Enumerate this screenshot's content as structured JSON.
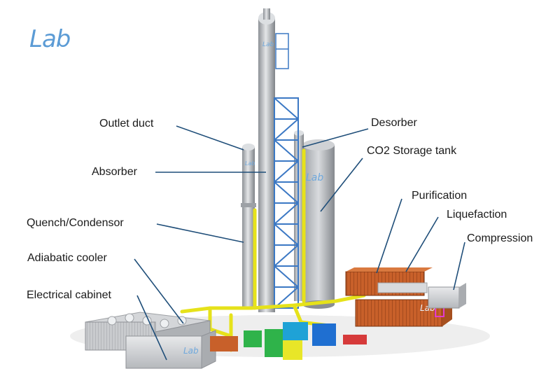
{
  "logo": {
    "text": "Lab",
    "color": "#5b9bd5"
  },
  "labels": {
    "outlet_duct": "Outlet duct",
    "absorber": "Absorber",
    "quench_condensor": "Quench/Condensor",
    "adiabatic_cooler": "Adiabatic cooler",
    "electrical_cabinet": "Electrical cabinet",
    "desorber": "Desorber",
    "co2_storage_tank": "CO2 Storage tank",
    "purification": "Purification",
    "liquefaction": "Liquefaction",
    "compression": "Compression"
  },
  "colors": {
    "leader_line": "#1f4e79",
    "steel": "#b9bcc0",
    "structure": "#3b78c4",
    "piping": "#e6e21a",
    "container": "#c8602a",
    "green_unit": "#2fb34a",
    "blue_unit": "#1f6fd1"
  }
}
